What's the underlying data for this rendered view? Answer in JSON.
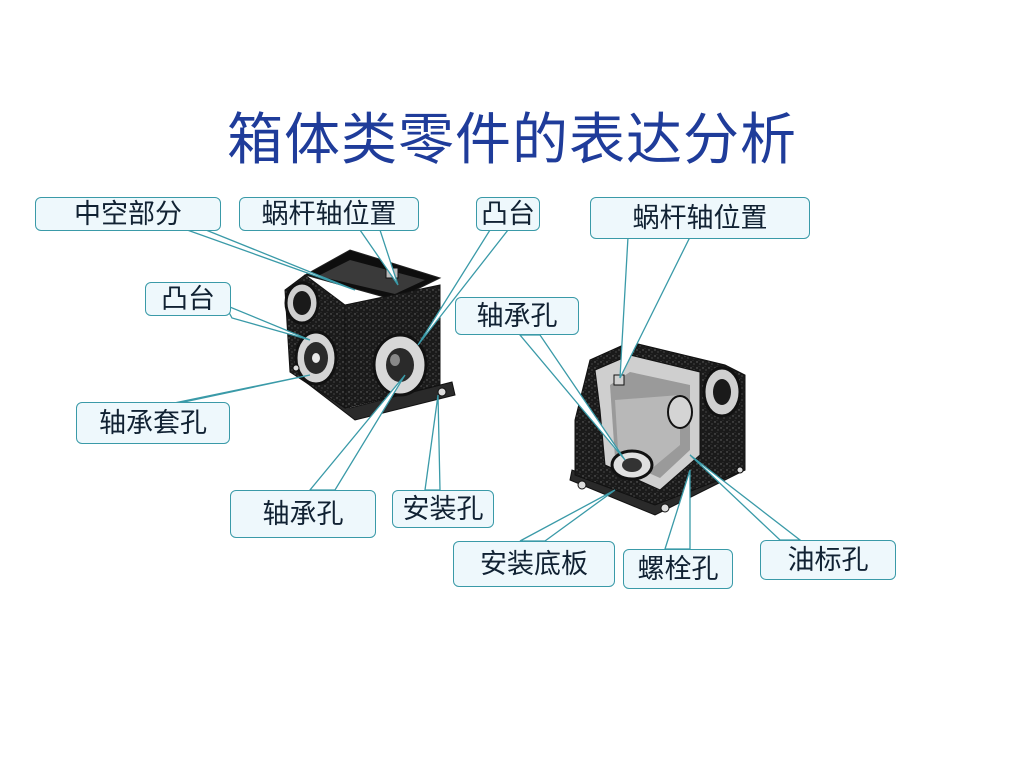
{
  "slide": {
    "title": "箱体类零件的表达分析"
  },
  "labels": {
    "hollow_part": "中空部分",
    "worm_shaft_position_left": "蜗杆轴位置",
    "boss_top": "凸台",
    "worm_shaft_position_right": "蜗杆轴位置",
    "boss_left": "凸台",
    "bearing_hole_right": "轴承孔",
    "bearing_sleeve_hole": "轴承套孔",
    "bearing_hole_left": "轴承孔",
    "mounting_hole": "安装孔",
    "mounting_base_plate": "安装底板",
    "bolt_hole": "螺栓孔",
    "oil_gauge_hole": "油标孔"
  },
  "colors": {
    "title": "#1f3c9a",
    "label_fill": "#eef8fc",
    "label_border": "#3a9aa8",
    "leader_line": "#3a9aa8",
    "casting_body": "#161616"
  }
}
